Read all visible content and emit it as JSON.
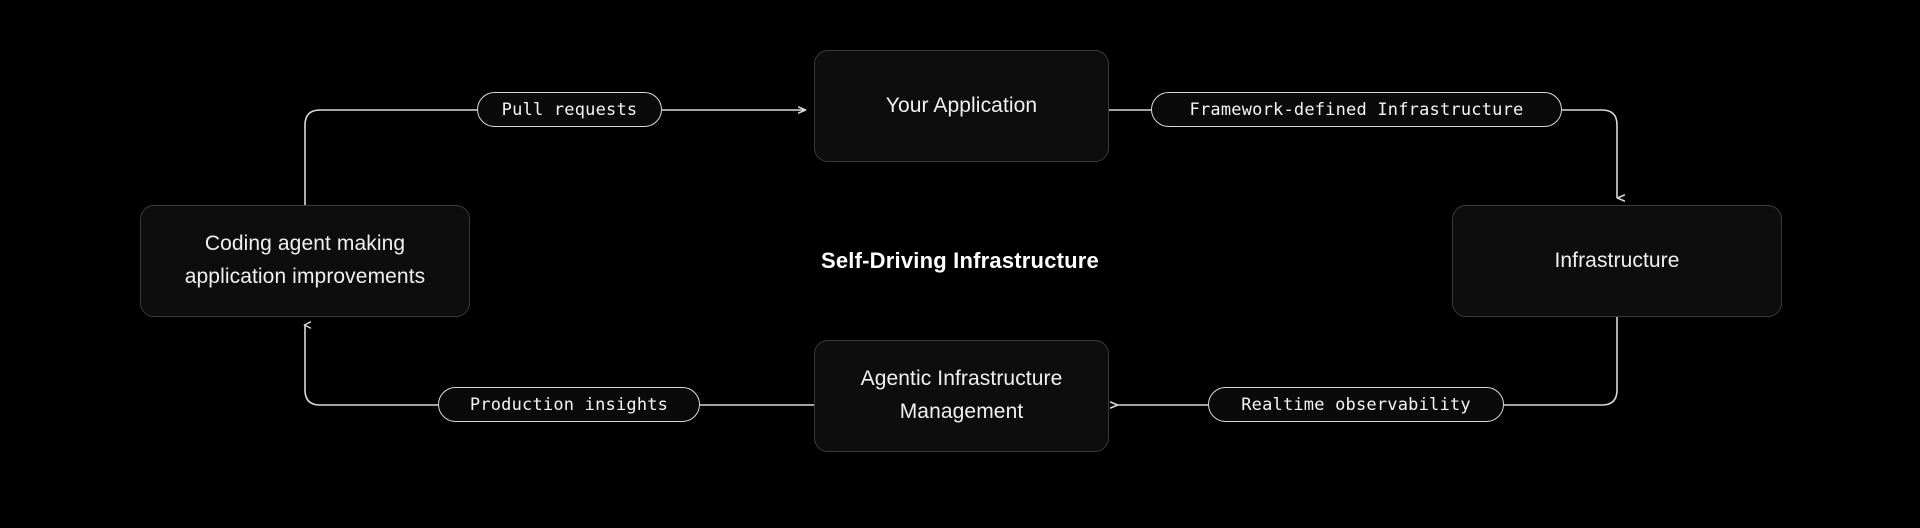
{
  "diagram": {
    "title": "Self-Driving Infrastructure",
    "background_color": "#000000",
    "node_fill_color": "#0d0d0d",
    "node_border_color": "#3a3a3a",
    "wire_color": "#d9d9d9",
    "text_color": "#f0f0f0",
    "nodes": [
      {
        "id": "your-application",
        "label": "Your Application"
      },
      {
        "id": "infrastructure",
        "label": "Infrastructure"
      },
      {
        "id": "coding-agent",
        "line1": "Coding agent making",
        "line2": "application improvements"
      },
      {
        "id": "agentic-management",
        "line1": "Agentic Infrastructure",
        "line2": "Management"
      }
    ],
    "edge_labels": [
      {
        "id": "pull-requests",
        "label": "Pull requests"
      },
      {
        "id": "framework-defined-infrastructure",
        "label": "Framework-defined Infrastructure"
      },
      {
        "id": "realtime-observability",
        "label": "Realtime observability"
      },
      {
        "id": "production-insights",
        "label": "Production insights"
      }
    ]
  }
}
